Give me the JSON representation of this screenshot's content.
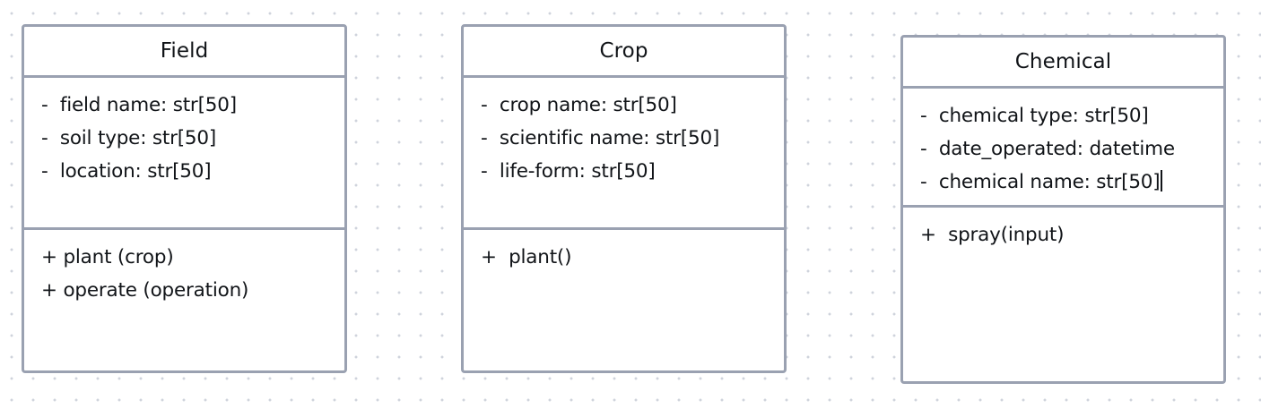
{
  "classes": [
    {
      "name": "Field",
      "attributes": [
        "-  field name: str[50]",
        "-  soil type: str[50]",
        "-  location: str[50]"
      ],
      "methods": [
        "+ plant (crop)",
        "+ operate (operation)"
      ]
    },
    {
      "name": "Crop",
      "attributes": [
        "-  crop name: str[50]",
        "-  scientific name: str[50]",
        "-  life-form: str[50]"
      ],
      "methods": [
        "+  plant()"
      ]
    },
    {
      "name": "Chemical",
      "attributes": [
        "-  chemical type: str[50]",
        "-  date_operated: datetime",
        "-  chemical name: str[50]"
      ],
      "methods": [
        "+  spray(input)"
      ]
    }
  ]
}
